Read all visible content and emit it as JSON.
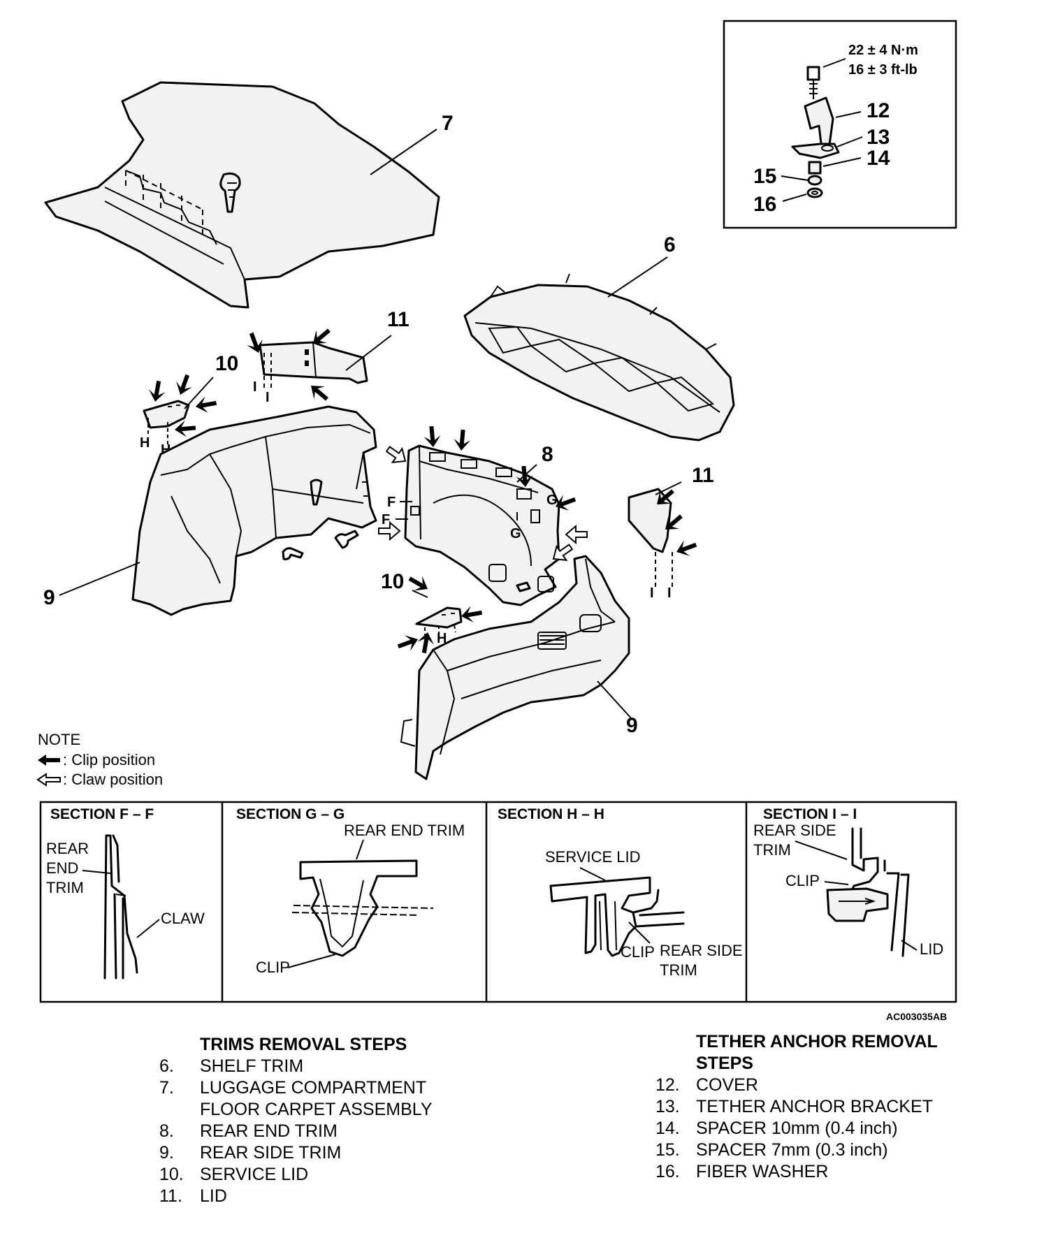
{
  "callouts": {
    "c6": "6",
    "c7": "7",
    "c8": "8",
    "c9a": "9",
    "c9b": "9",
    "c10a": "10",
    "c10b": "10",
    "c11a": "11",
    "c11b": "11",
    "c12": "12",
    "c13": "13",
    "c14": "14",
    "c15": "15",
    "c16": "16"
  },
  "torque": {
    "line1": "22 ± 4 N·m",
    "line2": "16 ± 3 ft-lb"
  },
  "section_marks": {
    "f": "F",
    "g": "G",
    "h": "H",
    "i": "I"
  },
  "note": {
    "title": "NOTE",
    "clip": ": Clip position",
    "claw": ": Claw position"
  },
  "sections": {
    "ff": {
      "title": "SECTION F – F",
      "label_trim_1": "REAR",
      "label_trim_2": "END",
      "label_trim_3": "TRIM",
      "label_claw": "CLAW"
    },
    "gg": {
      "title": "SECTION G – G",
      "label_trim": "REAR END TRIM",
      "label_clip": "CLIP"
    },
    "hh": {
      "title": "SECTION H – H",
      "label_lid": "SERVICE LID",
      "label_clip": "CLIP",
      "label_side_1": "REAR SIDE",
      "label_side_2": "TRIM"
    },
    "ii": {
      "title": "SECTION I – I",
      "label_side_1": "REAR SIDE",
      "label_side_2": "TRIM",
      "label_clip": "CLIP",
      "label_lid": "LID"
    }
  },
  "figure_code": "AC003035AB",
  "trims_steps": {
    "title": "TRIMS REMOVAL STEPS",
    "items": [
      {
        "num": "6.",
        "text": "SHELF TRIM"
      },
      {
        "num": "7.",
        "text": "LUGGAGE COMPARTMENT"
      },
      {
        "num": "",
        "text": "FLOOR CARPET ASSEMBLY"
      },
      {
        "num": "8.",
        "text": "REAR END TRIM"
      },
      {
        "num": "9.",
        "text": "REAR SIDE TRIM"
      },
      {
        "num": "10.",
        "text": "SERVICE LID"
      },
      {
        "num": "11.",
        "text": "LID"
      }
    ]
  },
  "tether_steps": {
    "title_1": "TETHER ANCHOR REMOVAL",
    "title_2": "STEPS",
    "items": [
      {
        "num": "12.",
        "text": "COVER"
      },
      {
        "num": "13.",
        "text": "TETHER ANCHOR BRACKET"
      },
      {
        "num": "14.",
        "text": "SPACER 10mm (0.4 inch)"
      },
      {
        "num": "15.",
        "text": "SPACER 7mm (0.3 inch)"
      },
      {
        "num": "16.",
        "text": "FIBER WASHER"
      }
    ]
  }
}
